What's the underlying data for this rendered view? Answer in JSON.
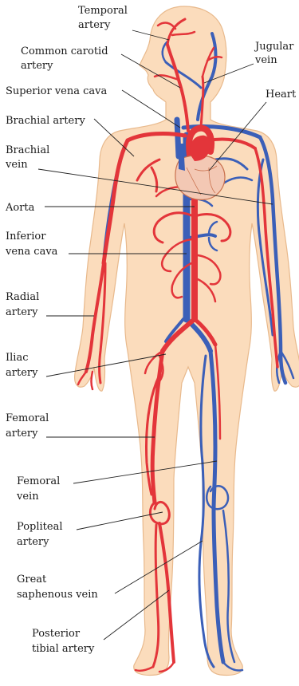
{
  "colors": {
    "skin": "#fbdcbc",
    "skin_outline": "#e8b98c",
    "artery": "#e3353a",
    "artery_dark": "#b8232a",
    "vein": "#3b5fb8",
    "vein_light": "#7f9bd8",
    "heart_fill": "#f3c8b4"
  },
  "labels": {
    "temporal_artery": [
      "Temporal",
      "artery"
    ],
    "common_carotid_artery": [
      "Common carotid",
      "artery"
    ],
    "superior_vena_cava": [
      "Superior vena cava"
    ],
    "brachial_artery": [
      "Brachial artery"
    ],
    "brachial_vein": [
      "Brachial",
      "vein"
    ],
    "aorta": [
      "Aorta"
    ],
    "inferior_vena_cava": [
      "Inferior",
      "vena cava"
    ],
    "radial_artery": [
      "Radial",
      "artery"
    ],
    "iliac_artery": [
      "Iliac",
      "artery"
    ],
    "femoral_artery": [
      "Femoral",
      "artery"
    ],
    "femoral_vein": [
      "Femoral",
      "vein"
    ],
    "popliteal_artery": [
      "Popliteal",
      "artery"
    ],
    "great_saphenous_vein": [
      "Great",
      "saphenous vein"
    ],
    "posterior_tibial_artery": [
      "Posterior",
      "tibial artery"
    ],
    "jugular_vein": [
      "Jugular",
      "vein"
    ],
    "heart": [
      "Heart"
    ]
  }
}
